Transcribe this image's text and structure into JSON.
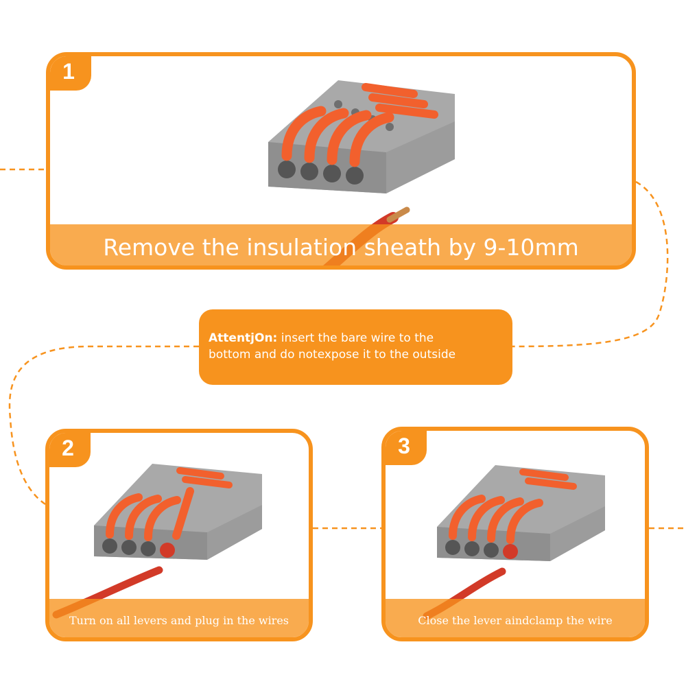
{
  "steps": [
    {
      "number": "1",
      "caption": "Remove the insulation sheath by 9-10mm"
    },
    {
      "number": "2",
      "caption": "Turn on all levers and plug in the wires"
    },
    {
      "number": "3",
      "caption": "Close the lever aindclamp the wire"
    }
  ],
  "attention": {
    "label": "AttentjOn:",
    "line1": "insert the bare wire to the",
    "line2": "bottom and do notexpose it to the outside"
  },
  "colors": {
    "accent": "#f7931e",
    "connector_body": "#9a9a9a",
    "lever": "#f2602d",
    "wire": "#d23a28",
    "dash": "#f7931e"
  }
}
